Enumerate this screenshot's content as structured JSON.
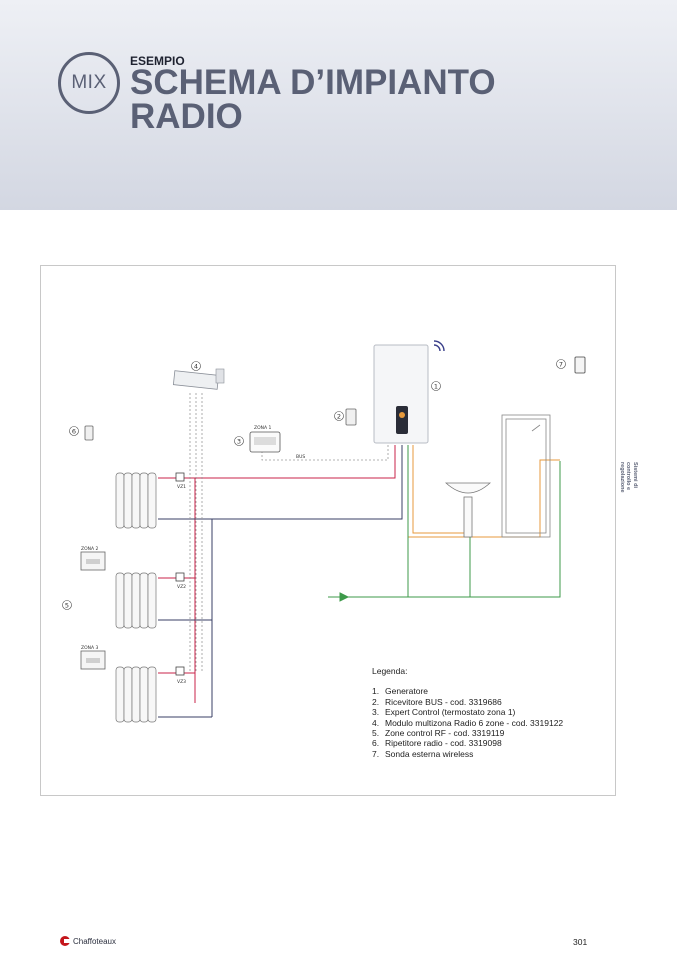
{
  "header": {
    "badge": "MIX",
    "eyebrow": "ESEMPIO",
    "title": "SCHEMA D’IMPIANTO RADIO"
  },
  "diagram": {
    "callouts": [
      "1",
      "2",
      "3",
      "4",
      "5",
      "6",
      "7"
    ],
    "zone_labels": {
      "zona1": "ZONA 1",
      "zona2": "ZONA 2",
      "zona3": "ZONA 3"
    },
    "valve_labels": [
      "VZ1",
      "VZ2",
      "VZ3"
    ],
    "bus_label": "BUS",
    "colors": {
      "hot": "#c8234a",
      "return": "#3a3f66",
      "gas": "#e79a3c",
      "cold": "#3d9a4a",
      "signal": "#8a8a8a"
    }
  },
  "legend": {
    "title": "Legenda:",
    "items": [
      {
        "num": "1.",
        "text": "Generatore"
      },
      {
        "num": "2.",
        "text": "Ricevitore BUS - cod. 3319686"
      },
      {
        "num": "3.",
        "text": "Expert Control (termostato zona 1)"
      },
      {
        "num": "4.",
        "text": "Modulo multizona Radio 6 zone - cod. 3319122"
      },
      {
        "num": "5.",
        "text": "Zone control RF - cod. 3319119"
      },
      {
        "num": "6.",
        "text": "Ripetitore radio - cod. 3319098"
      },
      {
        "num": "7.",
        "text": "Sonda esterna wireless"
      }
    ]
  },
  "side_tab": {
    "line1": "Sistemi di",
    "line2": "controllo e",
    "line3": "regolazione"
  },
  "footer": {
    "brand": "Chaffoteaux",
    "page": "301"
  }
}
